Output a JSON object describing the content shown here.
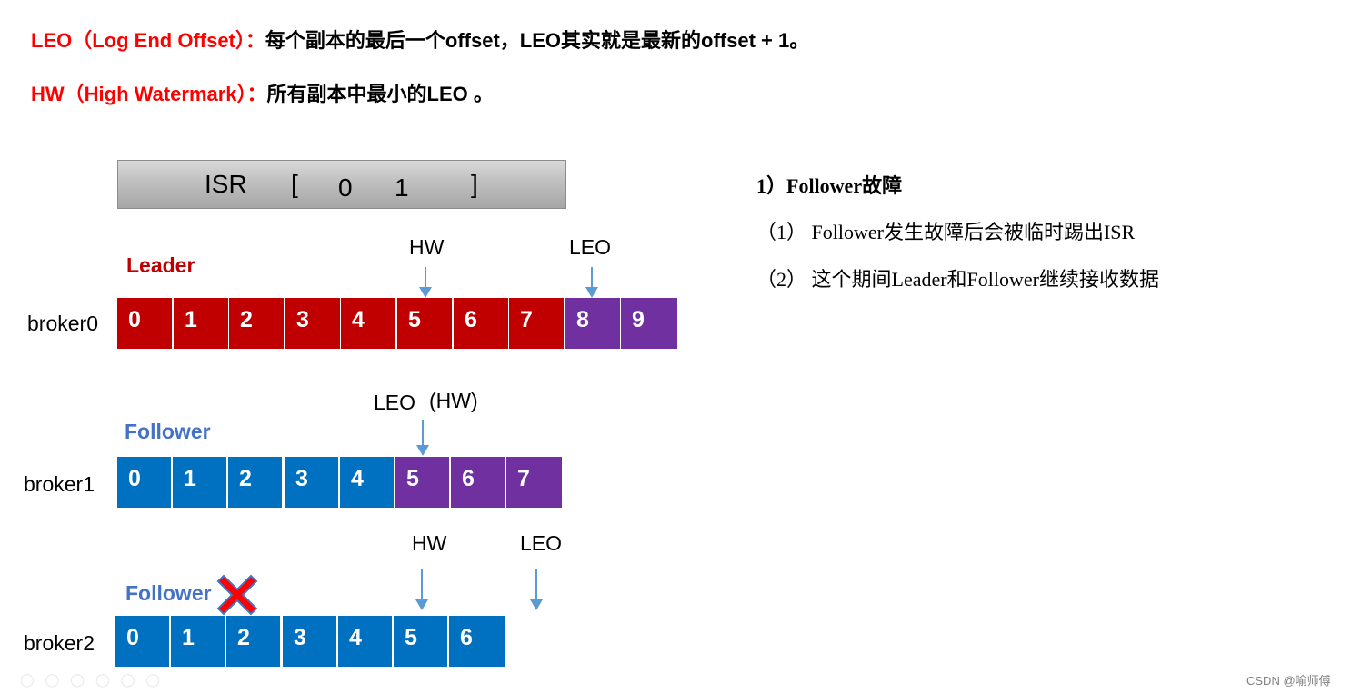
{
  "definitions": {
    "leo": {
      "term": "LEO（Log End Offset）：",
      "text": "每个副本的最后一个offset，LEO其实就是最新的offset + 1。"
    },
    "hw": {
      "term": "HW（High Watermark）：",
      "text": "所有副本中最小的LEO 。"
    }
  },
  "isr": {
    "label": "ISR",
    "open_bracket": "[",
    "members": [
      "0",
      "1"
    ],
    "close_bracket": "]",
    "color_top": "#d9d9d9",
    "color_bottom": "#a6a6a6"
  },
  "colors": {
    "leader_red": "#c00000",
    "follower_blue": "#0070c0",
    "pending_purple": "#7030a0",
    "leader_label": "#c00000",
    "follower_label": "#4472c4",
    "arrow": "#5b9bd5",
    "fail_x": "#ff0000"
  },
  "brokers": [
    {
      "label": "broker0",
      "role": "Leader",
      "markers": [
        "HW",
        "LEO"
      ],
      "cells": [
        {
          "value": "0",
          "state": "committed"
        },
        {
          "value": "1",
          "state": "committed"
        },
        {
          "value": "2",
          "state": "committed"
        },
        {
          "value": "3",
          "state": "committed"
        },
        {
          "value": "4",
          "state": "committed"
        },
        {
          "value": "5",
          "state": "committed"
        },
        {
          "value": "6",
          "state": "committed"
        },
        {
          "value": "7",
          "state": "committed"
        },
        {
          "value": "8",
          "state": "pending"
        },
        {
          "value": "9",
          "state": "pending"
        }
      ]
    },
    {
      "label": "broker1",
      "role": "Follower",
      "markers": [
        "LEO",
        "(HW)"
      ],
      "cells": [
        {
          "value": "0",
          "state": "committed"
        },
        {
          "value": "1",
          "state": "committed"
        },
        {
          "value": "2",
          "state": "committed"
        },
        {
          "value": "3",
          "state": "committed"
        },
        {
          "value": "4",
          "state": "committed"
        },
        {
          "value": "5",
          "state": "pending"
        },
        {
          "value": "6",
          "state": "pending"
        },
        {
          "value": "7",
          "state": "pending"
        }
      ]
    },
    {
      "label": "broker2",
      "role": "Follower",
      "failed": true,
      "markers": [
        "HW",
        "LEO"
      ],
      "cells": [
        {
          "value": "0",
          "state": "committed"
        },
        {
          "value": "1",
          "state": "committed"
        },
        {
          "value": "2",
          "state": "committed"
        },
        {
          "value": "3",
          "state": "committed"
        },
        {
          "value": "4",
          "state": "committed"
        },
        {
          "value": "5",
          "state": "committed"
        },
        {
          "value": "6",
          "state": "committed"
        }
      ]
    }
  ],
  "failure_notes": {
    "title": "1）Follower故障",
    "items": [
      "（1） Follower发生故障后会被临时踢出ISR",
      "（2） 这个期间Leader和Follower继续接收数据"
    ]
  },
  "watermark": "CSDN @喻师傅"
}
